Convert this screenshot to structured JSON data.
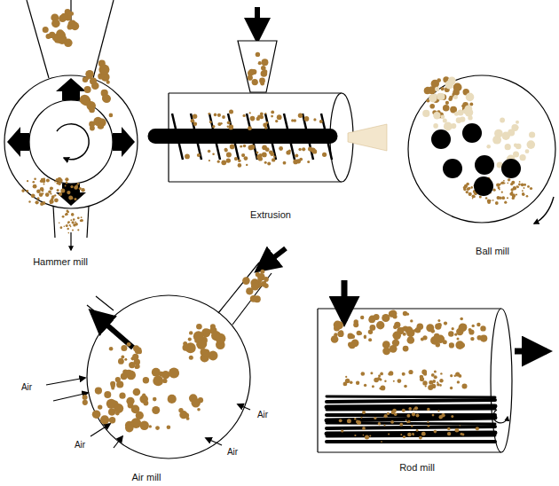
{
  "diagram": {
    "labels": [
      "Hammer mill",
      "Extrusion",
      "Ball mill",
      "Air",
      "Air",
      "Air",
      "Air",
      "Air mill",
      "Rod mill"
    ]
  }
}
